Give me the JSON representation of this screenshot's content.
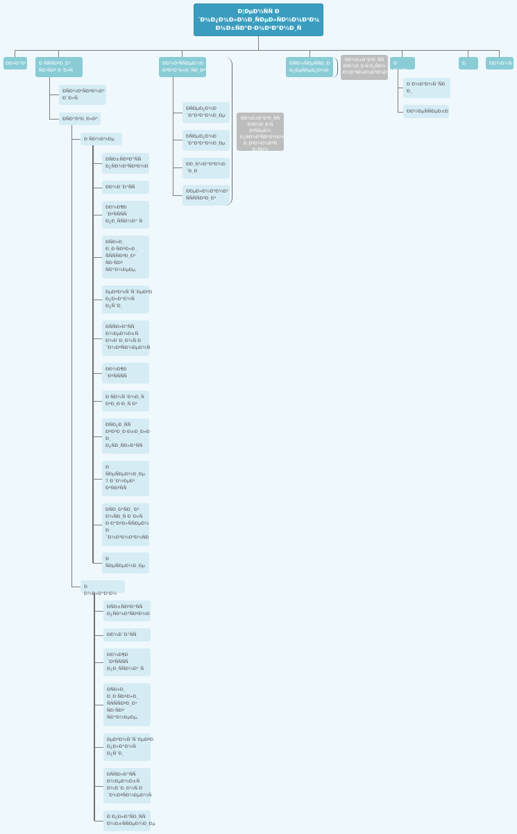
{
  "root": {
    "title": "Ð¦ÐµÐ½ÑÑ Ð\n´Ð¾Ð¿Ð¾Ð»Ð½Ð¸ÑÐµÐ»ÑÐ½Ð¾Ð³Ð¾\nÐ¾Ð±ÑÐ°Ð·Ð¾Ð²Ð°Ð½Ð¸Ñ"
  },
  "branches": [
    {
      "label": "ÐÐ»Ð°Ð²"
    },
    {
      "label": "Ð ÑÑÑÐºÐ¸Ð¹\nÑÐ·ÑÐº Ð´Ð»Ñ",
      "children": [
        {
          "label": "ÐÑÐ¾Ð²ÑÐºÐ¾Ð¹\nÐ´Ð»Ñ"
        },
        {
          "label": "ÐÑÐ°Ð²Ð¸Ð»Ð°",
          "groups": [
            {
              "label": "Ð   ÑÐ½Ð¾Ðµ",
              "items": [
                "ÐÑÐ±ÑÐºÐ°ÑÑ\nÐ¿ÑÐ¾Ð²ÑÐºÐ¾Ð",
                "ÐÐ¾Ð´Ð°ÑÑ",
                "ÐÐ¾Ð¶Ð\n´ÐºÑÑÑÑ\nÐ¿Ð¸ÑÑÐ¼Ð° Ñ",
                "ÐÑÐ»Ð¸\nÐ¸Ð·ÑÐºÐ»Ð¸\nÑÑÑÑÐºÐ¸Ð¹\nÑÐ·ÑÐº\nÑÐ°Ð½ÐµÐµ,",
                "ÐµÐºÐ¾Ñ¨Ñ¨ÐµÐºÐ\nÐ¿Ð»Ð°Ð½Ñ\nÐ¿Ñ¨Ð¸",
                "ÐÑÑÐ»Ð°ÑÑ\nÐ½ÐµÐ¾Ð±Ñ\nÐ¾Ð´Ð¸Ð¼Ñ Ð\n´Ð¾ÐºÑÐ¼ÐµÐ½Ñ",
                "ÐÐ¾Ð¶Ð\n´ÐºÑÑÑÑ",
                "Ð   ÑÐ¾Ñ¨Ð¾Ð¸Ñ\nÐ²Ð¸Ð·Ð¸Ñ Ð²",
                "ÐÑÐ¿Ð¸ÑÑ\nÐºÐ²Ð¸Ð·Ð±Ð¸Ð»Ð\nÐ¸\nÐ¿ÑÐ¸ÑÐ»Ð°ÑÑ",
                "Ð\nÑÐµÑÐµÐ½Ð¸Ðµ\n7 Ð´Ð½ÐµÐ¹\nÐ²ÑÐºÑÑ",
                "ÐÑÐ¸Ð¹ÑÐ¸ Ð²\nÐ¾ÑÐ¸Ñ Ð´Ð»Ñ\nÐ·Ð°ÐºÐ»ÑÑÐµÐ½\nÐ\n´Ð¾Ð³Ð¾Ð²Ð¾ÑÐ",
                "Ð\nÑÐµÑÐµÐ½Ð¸Ðµ"
              ]
            },
            {
              "label": "Ð   Ð½Ð»Ð°Ð¹Ð½",
              "items": [
                "ÐÑÐ±ÑÐºÐ°ÑÑ\nÐ¿ÑÐ¾Ð²ÑÐºÐ¾Ð",
                "ÐÐ¾Ð´Ð°ÑÑ",
                "ÐÐ¾Ð¶Ð\n´ÐºÑÑÑÑ\nÐ¿Ð¸ÑÑÐ¼Ð° Ñ",
                "ÐÑÐ»Ð¸\nÐ¸Ð·ÑÐºÐ»Ð¸\nÑÑÑÑÐºÐ¸Ð¹\nÑÐ·ÑÐº\nÑÐ°Ð½ÐµÐµ,",
                "ÐµÐºÐ¾Ñ¨Ñ¨ÐµÐºÐ\nÐ¿Ð»Ð°Ð½Ñ\nÐ¿Ñ¨Ð¸",
                "ÐÑÑÐ»Ð°ÑÑ\nÐ½ÐµÐ¾Ð±Ñ\nÐ¾Ð´Ð¸Ð¼Ñ Ð\n´Ð¾ÐºÑÐ¼ÐµÐ½Ñ",
                "Ð   Ð¿Ð»Ð°ÑÐ¸ÑÑ\nÐ¾Ð±ÑÑÐµÐ½Ð¸Ðµ"
              ]
            }
          ]
        }
      ]
    },
    {
      "label": "ÐÐ¾Ð²ÑÑÐµÐ½Ð\nÐºÐ²Ð°Ð»Ð¸ÑÐ¸Ðº",
      "children": [
        "ÐÑÐµÐ¿Ð¾Ð\n´Ð°Ð²Ð°Ð½Ð¸Ðµ",
        "ÐÑÐµÐ¿Ð¾Ð\n´Ð°Ð²Ð°Ð½Ð¸Ðµ",
        "ÐÐ¸Ð½Ð°Ð²Ð¾Ð\n´Ð¸Ð",
        "ÐÐµÐ»Ð¾Ð²Ð¾Ð¹\nÑÑÑÑÐºÐ¸Ð¹"
      ],
      "summary": "ÐÐ¾Ð±Ð°Ð²Ð¸ÑÑ\nÐºÐ½Ð¸Ð·Ñ\nÐºÑÐµÐ¼\nÐ¿ÑÐ¾Ð³ÑÐ°Ð¼Ð¼\nÐ¸ÐºÐ¾Ð½ÐºÑ Ð¿ÑÐ¾"
    },
    {
      "label": "ÐÑÐ¾ÑÐµÑÑÐ¸Ð\nÐ¿ÐµÑÐµÐ¿Ð¾Ð",
      "summary": "ÐÐ¾Ð±Ð°Ð²Ð¸ÑÑ\nÐºÐ½Ð¸Ð·Ñ Ð¿ÑÐ¾\nÐ½Ð°ÑÐ»Ð¾Ð³Ð¾Ð²ÑÐ¹"
    },
    {
      "label": "Ð    Ð¾Ð£",
      "children": [
        "Ð    Ð¾Ð²Ð¾Ñ¨ÑÐ\nÐ¸",
        "ÐÐ½ÐµÑÑÐµÐ±Ð"
      ]
    },
    {
      "label": "Ð"
    },
    {
      "label": "ÐÐ¾Ð½Ñ"
    }
  ],
  "colors": {
    "background": "#eff8fc",
    "root": "#3a9dbf",
    "main_topic": "#8accd6",
    "subtopic": "#d6ecf5",
    "summary": "#bdbdbd",
    "connector": "#7d7d7d"
  }
}
